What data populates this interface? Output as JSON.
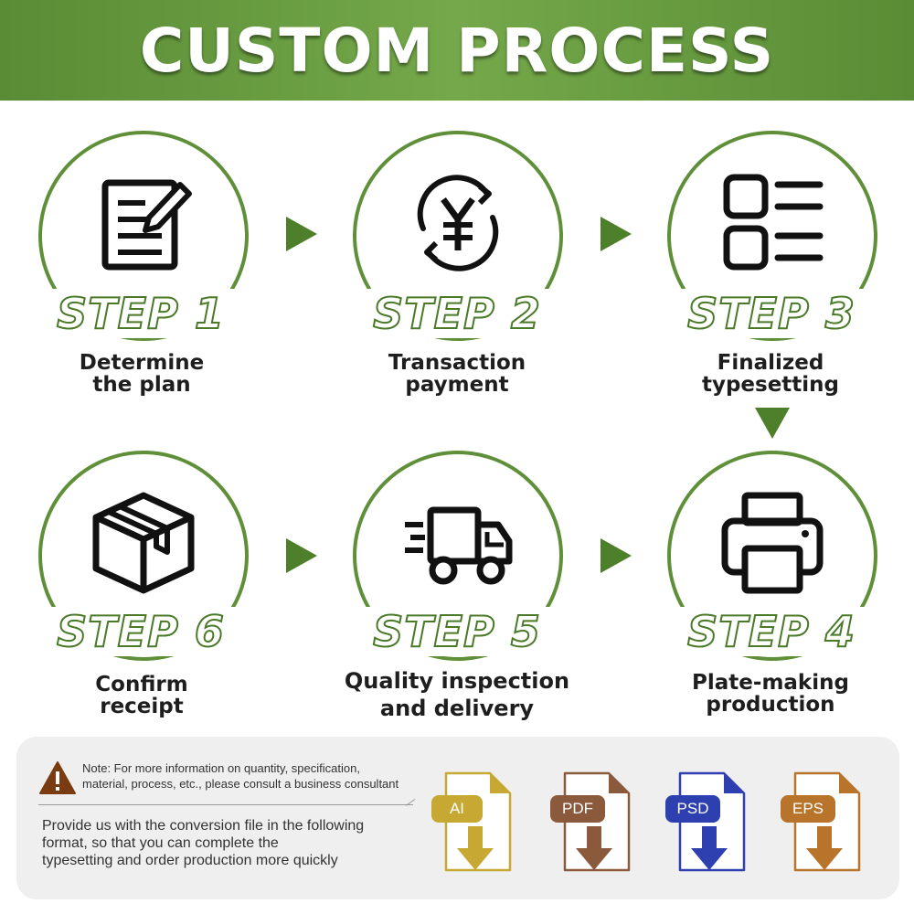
{
  "header": {
    "title": "CUSTOM PROCESS"
  },
  "steps": [
    {
      "label": "STEP 1",
      "desc_line1": "Determine",
      "desc_line2": "the plan",
      "icon": "document-pen-icon"
    },
    {
      "label": "STEP 2",
      "desc_line1": "Transaction",
      "desc_line2": "payment",
      "icon": "yen-exchange-icon"
    },
    {
      "label": "STEP 3",
      "desc_line1": "Finalized",
      "desc_line2": "typesetting",
      "icon": "layout-list-icon"
    },
    {
      "label": "STEP 4",
      "desc_line1": "Plate-making",
      "desc_line2": "production",
      "icon": "printer-icon"
    },
    {
      "label": "STEP 5",
      "desc_line1": "Quality inspection",
      "desc_line2": "and delivery",
      "icon": "delivery-truck-icon"
    },
    {
      "label": "STEP 6",
      "desc_line1": "Confirm",
      "desc_line2": "receipt",
      "icon": "package-box-icon"
    }
  ],
  "note": {
    "line1": "Note: For more information on quantity, specification,",
    "line2": "material, process, etc., please consult a business consultant",
    "provide_line1": "Provide us with the conversion file in the following",
    "provide_line2": "format, so that you can complete the",
    "provide_line3": "typesetting and order production more quickly"
  },
  "formats": [
    {
      "label": "AI",
      "color": "#c7a832"
    },
    {
      "label": "PDF",
      "color": "#8b5a3c"
    },
    {
      "label": "PSD",
      "color": "#2e3fb0"
    },
    {
      "label": "EPS",
      "color": "#b8742a"
    }
  ],
  "colors": {
    "brand_green": "#5f8f38",
    "arrow_green": "#4e7f2a"
  }
}
